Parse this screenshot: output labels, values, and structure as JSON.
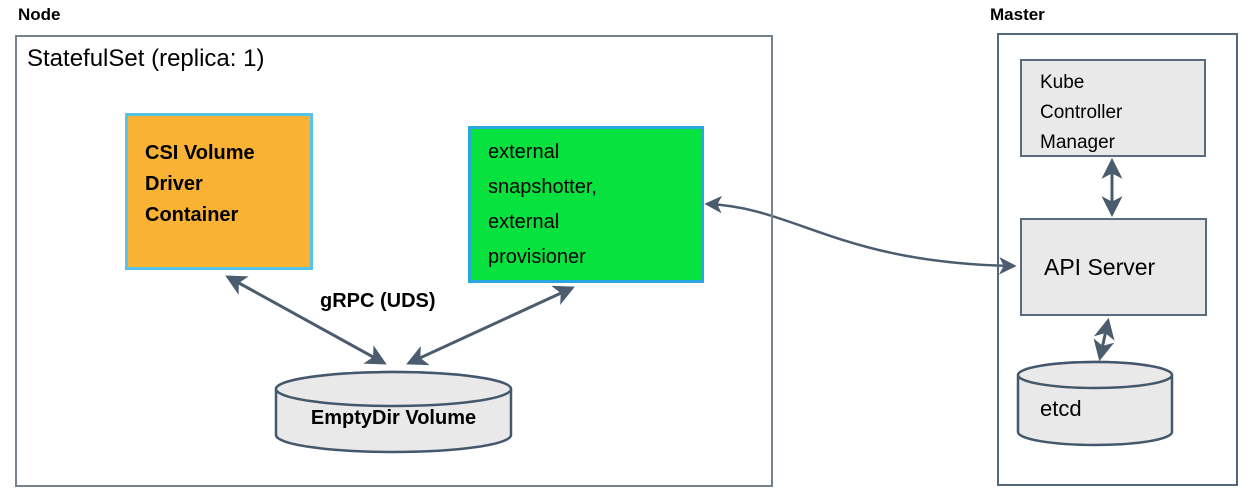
{
  "node_section": {
    "label": "Node",
    "statefulset_label": "StatefulSet (replica: 1)",
    "csi_box": {
      "label": "CSI Volume Driver Container",
      "lines": [
        "CSI Volume",
        "Driver",
        "Container"
      ]
    },
    "external_box": {
      "label": "external snapshotter, external provisioner",
      "lines": [
        "external",
        "snapshotter,",
        "external",
        "provisioner"
      ]
    },
    "grpc_label": "gRPC (UDS)",
    "emptydir_label": "EmptyDir Volume"
  },
  "master_section": {
    "label": "Master",
    "kcm_box": {
      "label": "Kube Controller Manager",
      "lines": [
        "Kube",
        "Controller",
        "Manager"
      ]
    },
    "api_server_label": "API Server",
    "etcd_label": "etcd"
  },
  "colors": {
    "csi_box_fill": "#f9b233",
    "csi_box_border": "#57c3e9",
    "external_box_fill": "#08e23e",
    "external_box_border": "#2ba7e0",
    "gray_box_fill": "#e9e9e9",
    "gray_box_border": "#5a6b7d",
    "cylinder_fill": "#e9e9e9",
    "cylinder_border": "#44586c",
    "arrow": "#4a5c6e",
    "node_box_border": "#78828e",
    "master_box_border": "#55677b"
  }
}
